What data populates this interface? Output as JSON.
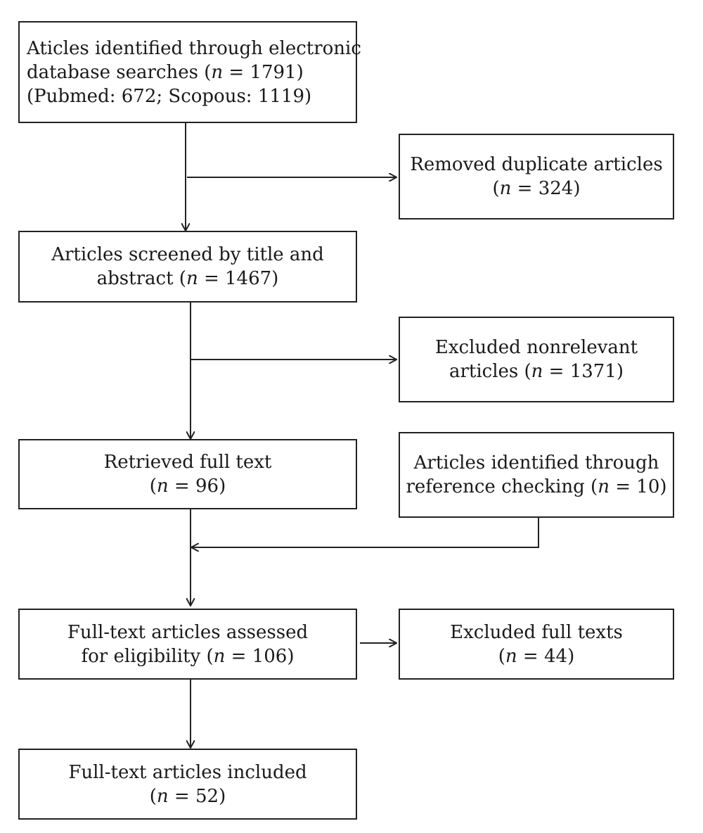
{
  "nodes": {
    "identified": {
      "lines": [
        {
          "pre": "Aticles identified through electronic",
          "n": "",
          "post": ""
        },
        {
          "pre": "database searches (",
          "n": "n",
          "post": " = 1791)"
        },
        {
          "pre": "(Pubmed: 672; Scopous: 1119)",
          "n": "",
          "post": ""
        }
      ]
    },
    "duplicates": {
      "lines": [
        {
          "pre": "Removed duplicate articles",
          "n": "",
          "post": ""
        },
        {
          "pre": "(",
          "n": "n",
          "post": " = 324)"
        }
      ]
    },
    "screened": {
      "lines": [
        {
          "pre": "Articles screened by title and",
          "n": "",
          "post": ""
        },
        {
          "pre": "abstract (",
          "n": "n",
          "post": " = 1467)"
        }
      ]
    },
    "nonrelevant": {
      "lines": [
        {
          "pre": "Excluded nonrelevant",
          "n": "",
          "post": ""
        },
        {
          "pre": "articles (",
          "n": "n",
          "post": " = 1371)"
        }
      ]
    },
    "retrieved": {
      "lines": [
        {
          "pre": "Retrieved full text",
          "n": "",
          "post": ""
        },
        {
          "pre": "(",
          "n": "n",
          "post": " = 96)"
        }
      ]
    },
    "reference": {
      "lines": [
        {
          "pre": "Articles identified through",
          "n": "",
          "post": ""
        },
        {
          "pre": "reference checking (",
          "n": "n",
          "post": " = 10)"
        }
      ]
    },
    "assessed": {
      "lines": [
        {
          "pre": "Full-text articles assessed",
          "n": "",
          "post": ""
        },
        {
          "pre": "for eligibility (",
          "n": "n",
          "post": " = 106)"
        }
      ]
    },
    "excluded_full": {
      "lines": [
        {
          "pre": "Excluded full texts",
          "n": "",
          "post": ""
        },
        {
          "pre": "(",
          "n": "n",
          "post": " = 44)"
        }
      ]
    },
    "included": {
      "lines": [
        {
          "pre": "Full-text articles included",
          "n": "",
          "post": ""
        },
        {
          "pre": "(",
          "n": "n",
          "post": " = 52)"
        }
      ]
    }
  },
  "colors": {
    "stroke": "#222222",
    "text": "#1a1a1a",
    "background": "#ffffff"
  }
}
